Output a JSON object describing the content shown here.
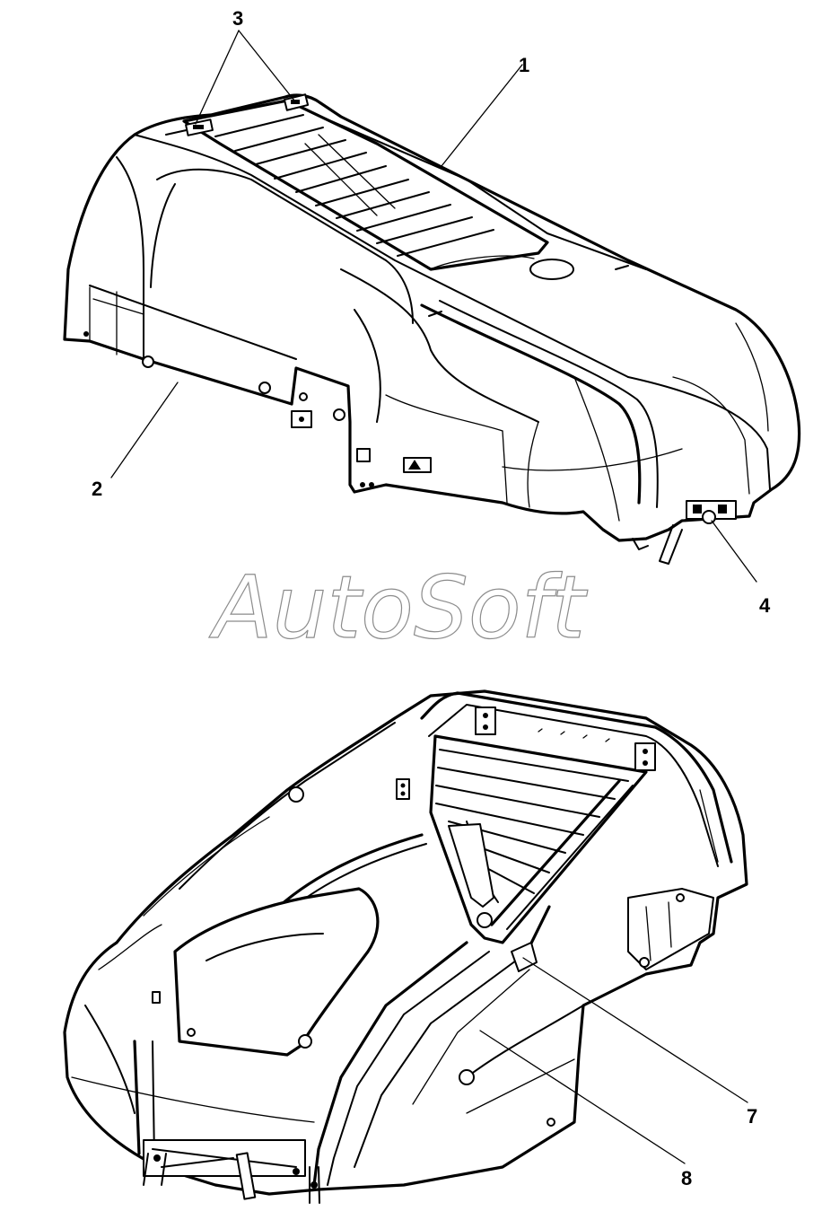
{
  "watermark": "AutoSoft",
  "callouts": {
    "c1": "1",
    "c2": "2",
    "c3": "3",
    "c4": "4",
    "c7": "7",
    "c8": "8"
  },
  "colors": {
    "line": "#000000",
    "background": "#ffffff",
    "watermark_stroke": "#8c8c8c"
  }
}
